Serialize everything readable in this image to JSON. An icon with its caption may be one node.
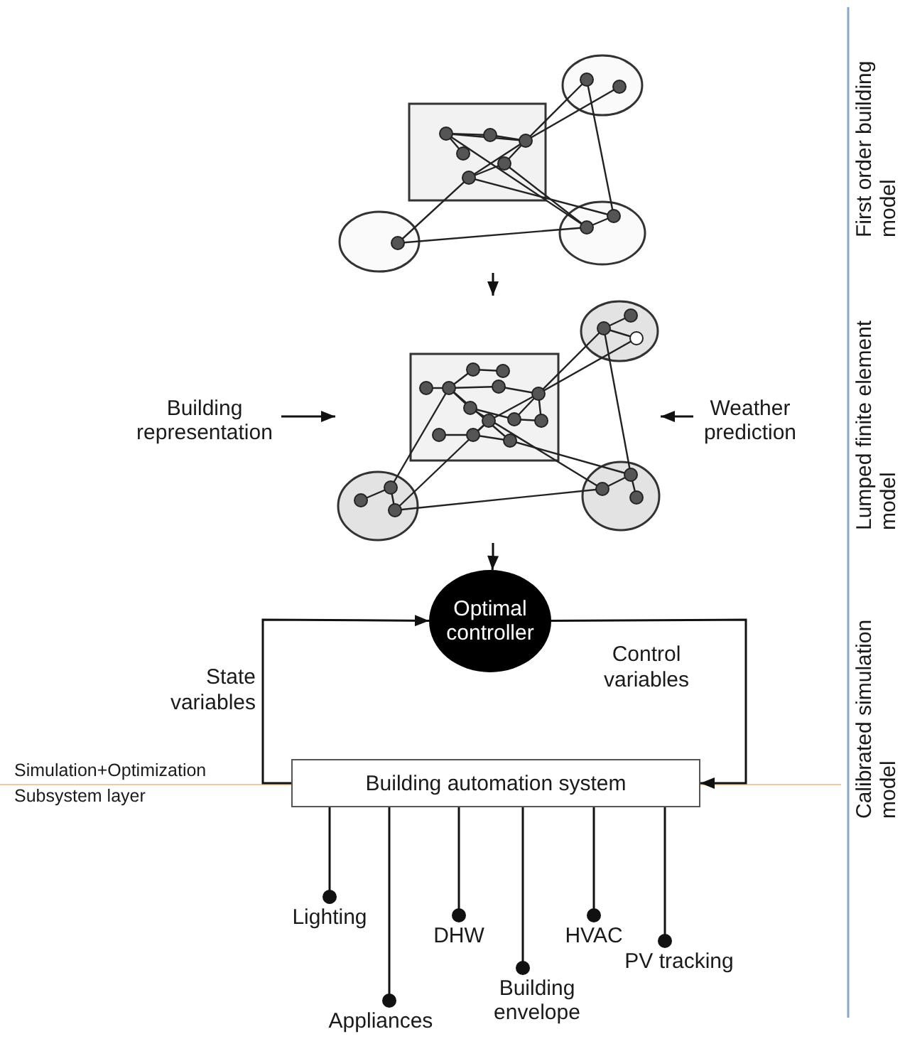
{
  "diagram": {
    "nodes": [
      {
        "text": [],
        "shape": "picture"
      },
      {
        "text": [],
        "shape": "picture"
      },
      {
        "text": [
          "Building representation"
        ]
      },
      {
        "text": [
          "Weather prediction"
        ]
      },
      {
        "text": [
          "Optimal controller"
        ]
      },
      {
        "text": [
          "Building automation system"
        ]
      },
      {
        "text": [
          "Lighting"
        ]
      },
      {
        "text": [
          "Appliances"
        ]
      },
      {
        "text": [
          "DHW"
        ]
      },
      {
        "text": [
          "Building envelope"
        ]
      },
      {
        "text": [
          "HVAC"
        ]
      },
      {
        "text": [
          "PV tracking"
        ]
      }
    ],
    "edges": [
      {
        "from": 0,
        "to": 1,
        "arrow": "to"
      },
      {
        "from": 2,
        "to": 1,
        "arrow": "to"
      },
      {
        "from": 3,
        "to": 1,
        "arrow": "to"
      },
      {
        "from": 1,
        "to": 4,
        "arrow": "to"
      },
      {
        "from": 5,
        "to": 4,
        "arrow": "to",
        "label": "State variables"
      },
      {
        "from": 4,
        "to": 5,
        "arrow": "to",
        "label": "Control variables"
      },
      {
        "from": 5,
        "to": 6,
        "arrow": "other"
      },
      {
        "from": 5,
        "to": 7,
        "arrow": "other"
      },
      {
        "from": 5,
        "to": 8,
        "arrow": "other"
      },
      {
        "from": 5,
        "to": 9,
        "arrow": "other"
      },
      {
        "from": 5,
        "to": 10,
        "arrow": "other"
      },
      {
        "from": 5,
        "to": 11,
        "arrow": "other"
      }
    ],
    "labels": [
      "First order building model",
      "Lumped finite element model",
      "Calibrated simulation model",
      "Simulation+Optimization",
      "Subsystem layer"
    ]
  }
}
